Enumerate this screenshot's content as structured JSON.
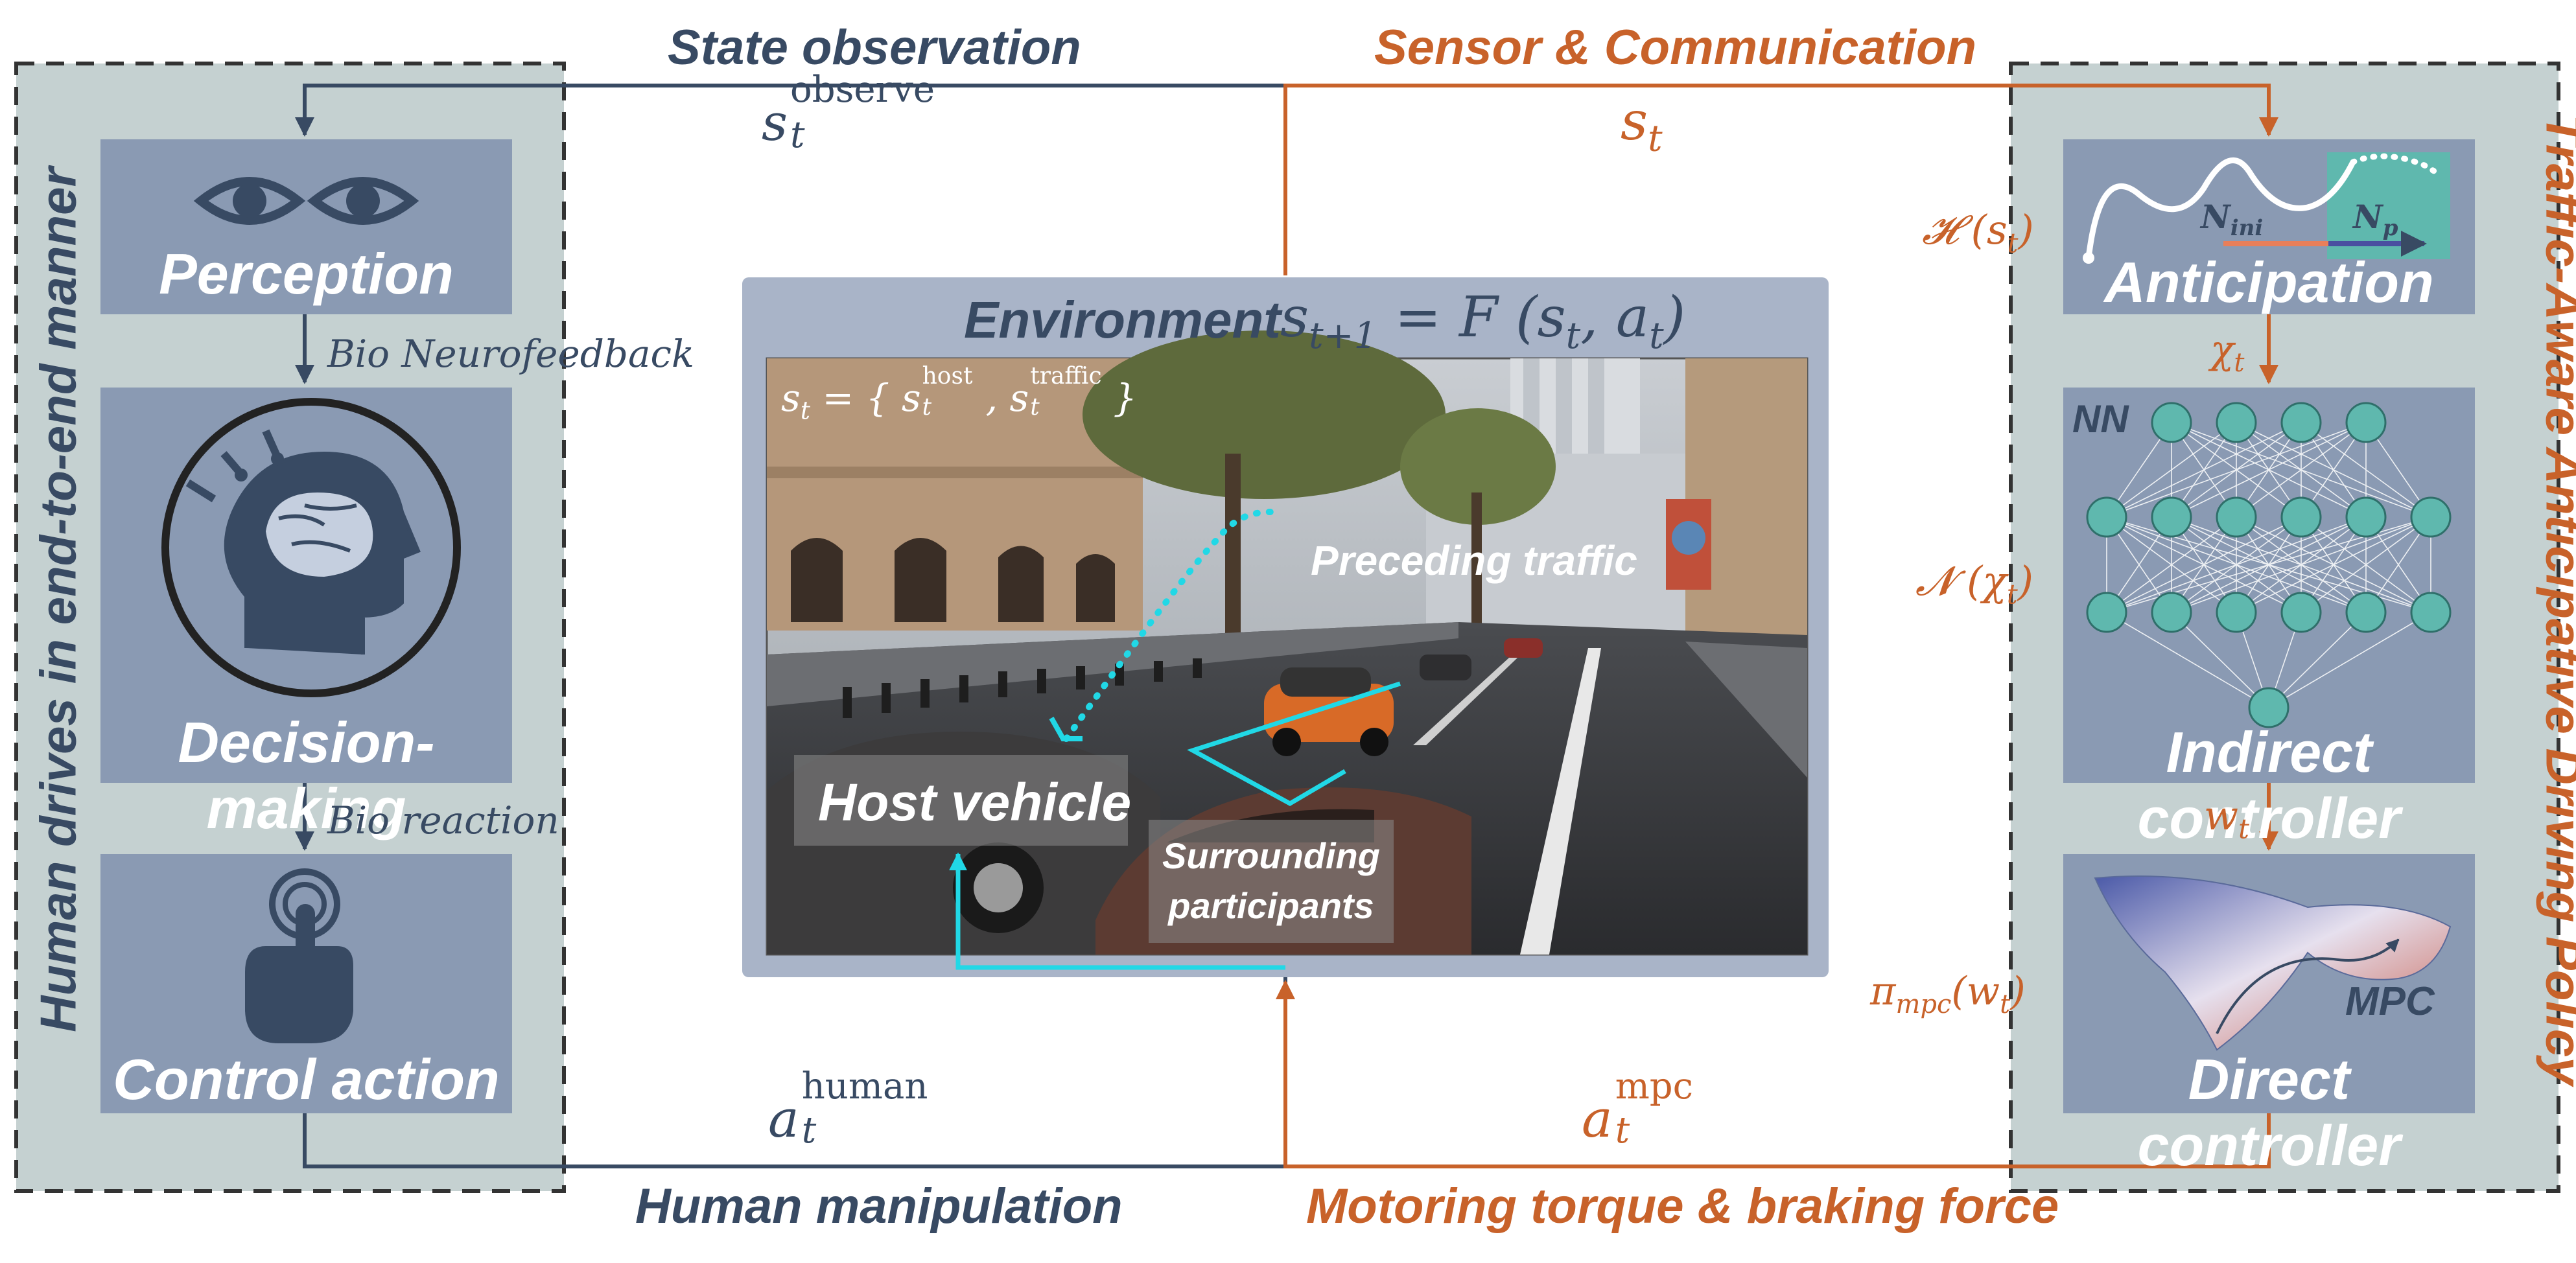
{
  "left_group": {
    "title": "Human drives in end-to-end manner",
    "perception_label": "Perception",
    "decision_label": "Decision-making",
    "control_label": "Control action",
    "link_1": "Bio Neurofeedback",
    "link_2": "Bio reaction"
  },
  "right_group": {
    "title": "Traffic-Aware Anticipative Driving Policy",
    "anticipation_label": "Anticipation",
    "indirect_label": "Indirect controller",
    "direct_label": "Direct controller",
    "nn_label": "NN",
    "mpc_label": "MPC",
    "n_ini": "N",
    "n_ini_sub": "ini",
    "n_p": "N",
    "n_p_sub": "p",
    "h_func": "𝓗 (s",
    "h_func_sub": "t",
    "h_func_end": ")",
    "chi": "χ",
    "chi_sub": "t",
    "n_func": "𝓝 (χ",
    "n_func_sub": "t",
    "n_func_end": ")",
    "w": "w",
    "w_sub": "t",
    "pi_func": "π",
    "pi_func_sub": "mpc",
    "pi_func_arg": "(w",
    "pi_func_arg_sub": "t",
    "pi_func_end": ")"
  },
  "top": {
    "left_title": "State observation",
    "left_math": "s",
    "left_math_sub": "t",
    "left_math_sup": "observe",
    "right_title": "Sensor & Communication",
    "right_math": "s",
    "right_math_sub": "t"
  },
  "bottom": {
    "left_title": "Human manipulation",
    "left_math": "a",
    "left_math_sub": "t",
    "left_math_sup": "human",
    "right_title": "Motoring torque & braking force",
    "right_math": "a",
    "right_math_sub": "t",
    "right_math_sup": "mpc"
  },
  "environment": {
    "title": "Environment",
    "equation": "s",
    "equation_sub": "t+1",
    "equation_rest": "= F (s",
    "equation_rest_sub": "t",
    "equation_rest2": ", a",
    "equation_rest2_sub": "t",
    "equation_end": ")",
    "state_eq": "s",
    "state_eq_sub": "t",
    "state_eq_mid": "= { s",
    "state_eq_host_sub": "t",
    "state_eq_host_sup": "host",
    "state_eq_comma": ", s",
    "state_eq_traffic_sub": "t",
    "state_eq_traffic_sup": "traffic",
    "state_eq_end": "}",
    "preceding": "Preceding traffic",
    "host": "Host vehicle",
    "surrounding_1": "Surrounding",
    "surrounding_2": "participants"
  },
  "colors": {
    "navy": "#384a63",
    "orange": "#c8622a",
    "panel": "#8a9ab3",
    "group_bg": "#c5d1d1",
    "env_frame": "#a9b4c8",
    "teal": "#5fb8ae",
    "cyan": "#21d8e6"
  }
}
